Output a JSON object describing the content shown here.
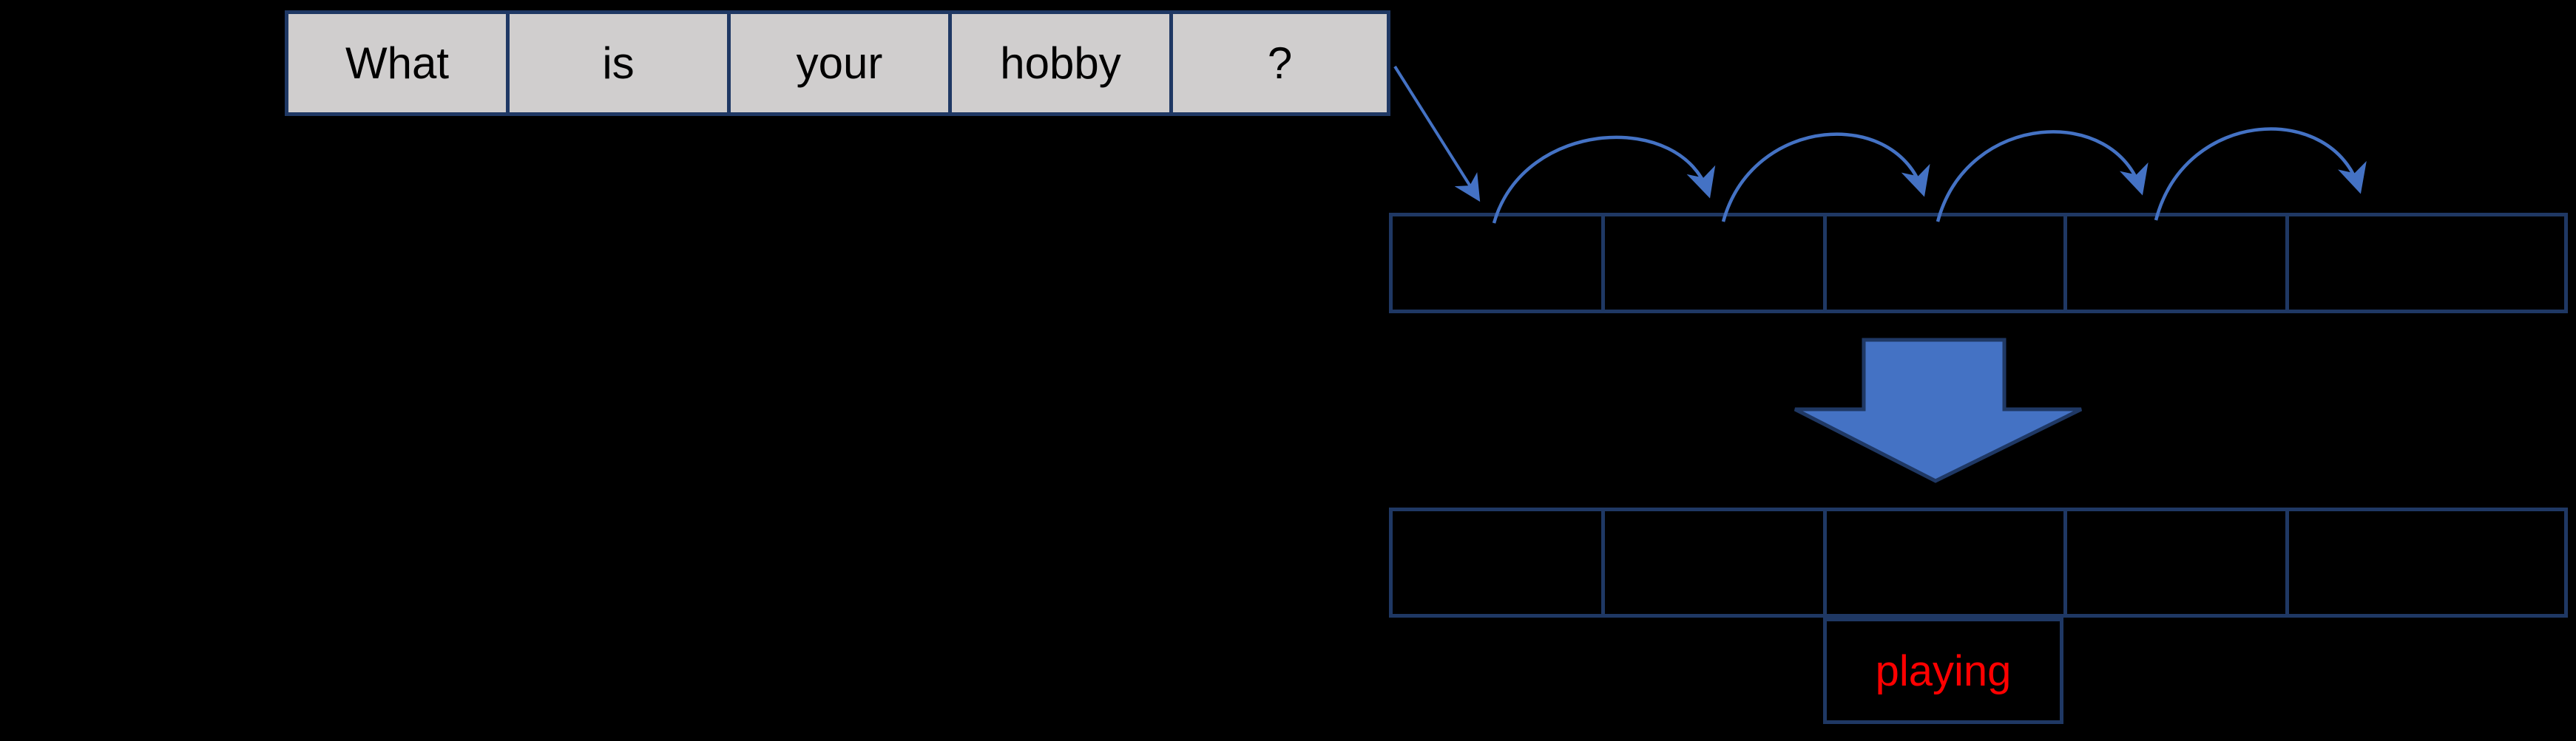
{
  "sentence": {
    "tokens": [
      "What",
      "is",
      "your",
      "hobby",
      "?"
    ]
  },
  "encoder_row": {
    "cell_count": 5,
    "cells_empty": true
  },
  "decoder_row": {
    "cell_count": 5,
    "cells_empty": true
  },
  "output": {
    "word": "playing"
  },
  "arrows": {
    "hop_arrow_count": 4,
    "input_to_encoder_arrow": 1,
    "big_down_arrow": 1
  },
  "colors": {
    "background": "#000000",
    "cell_border": "#1f3864",
    "token_cell_fill": "#d0cece",
    "token_text": "#000000",
    "arrow_blue": "#4472c4",
    "output_text_red": "#ff0000"
  }
}
